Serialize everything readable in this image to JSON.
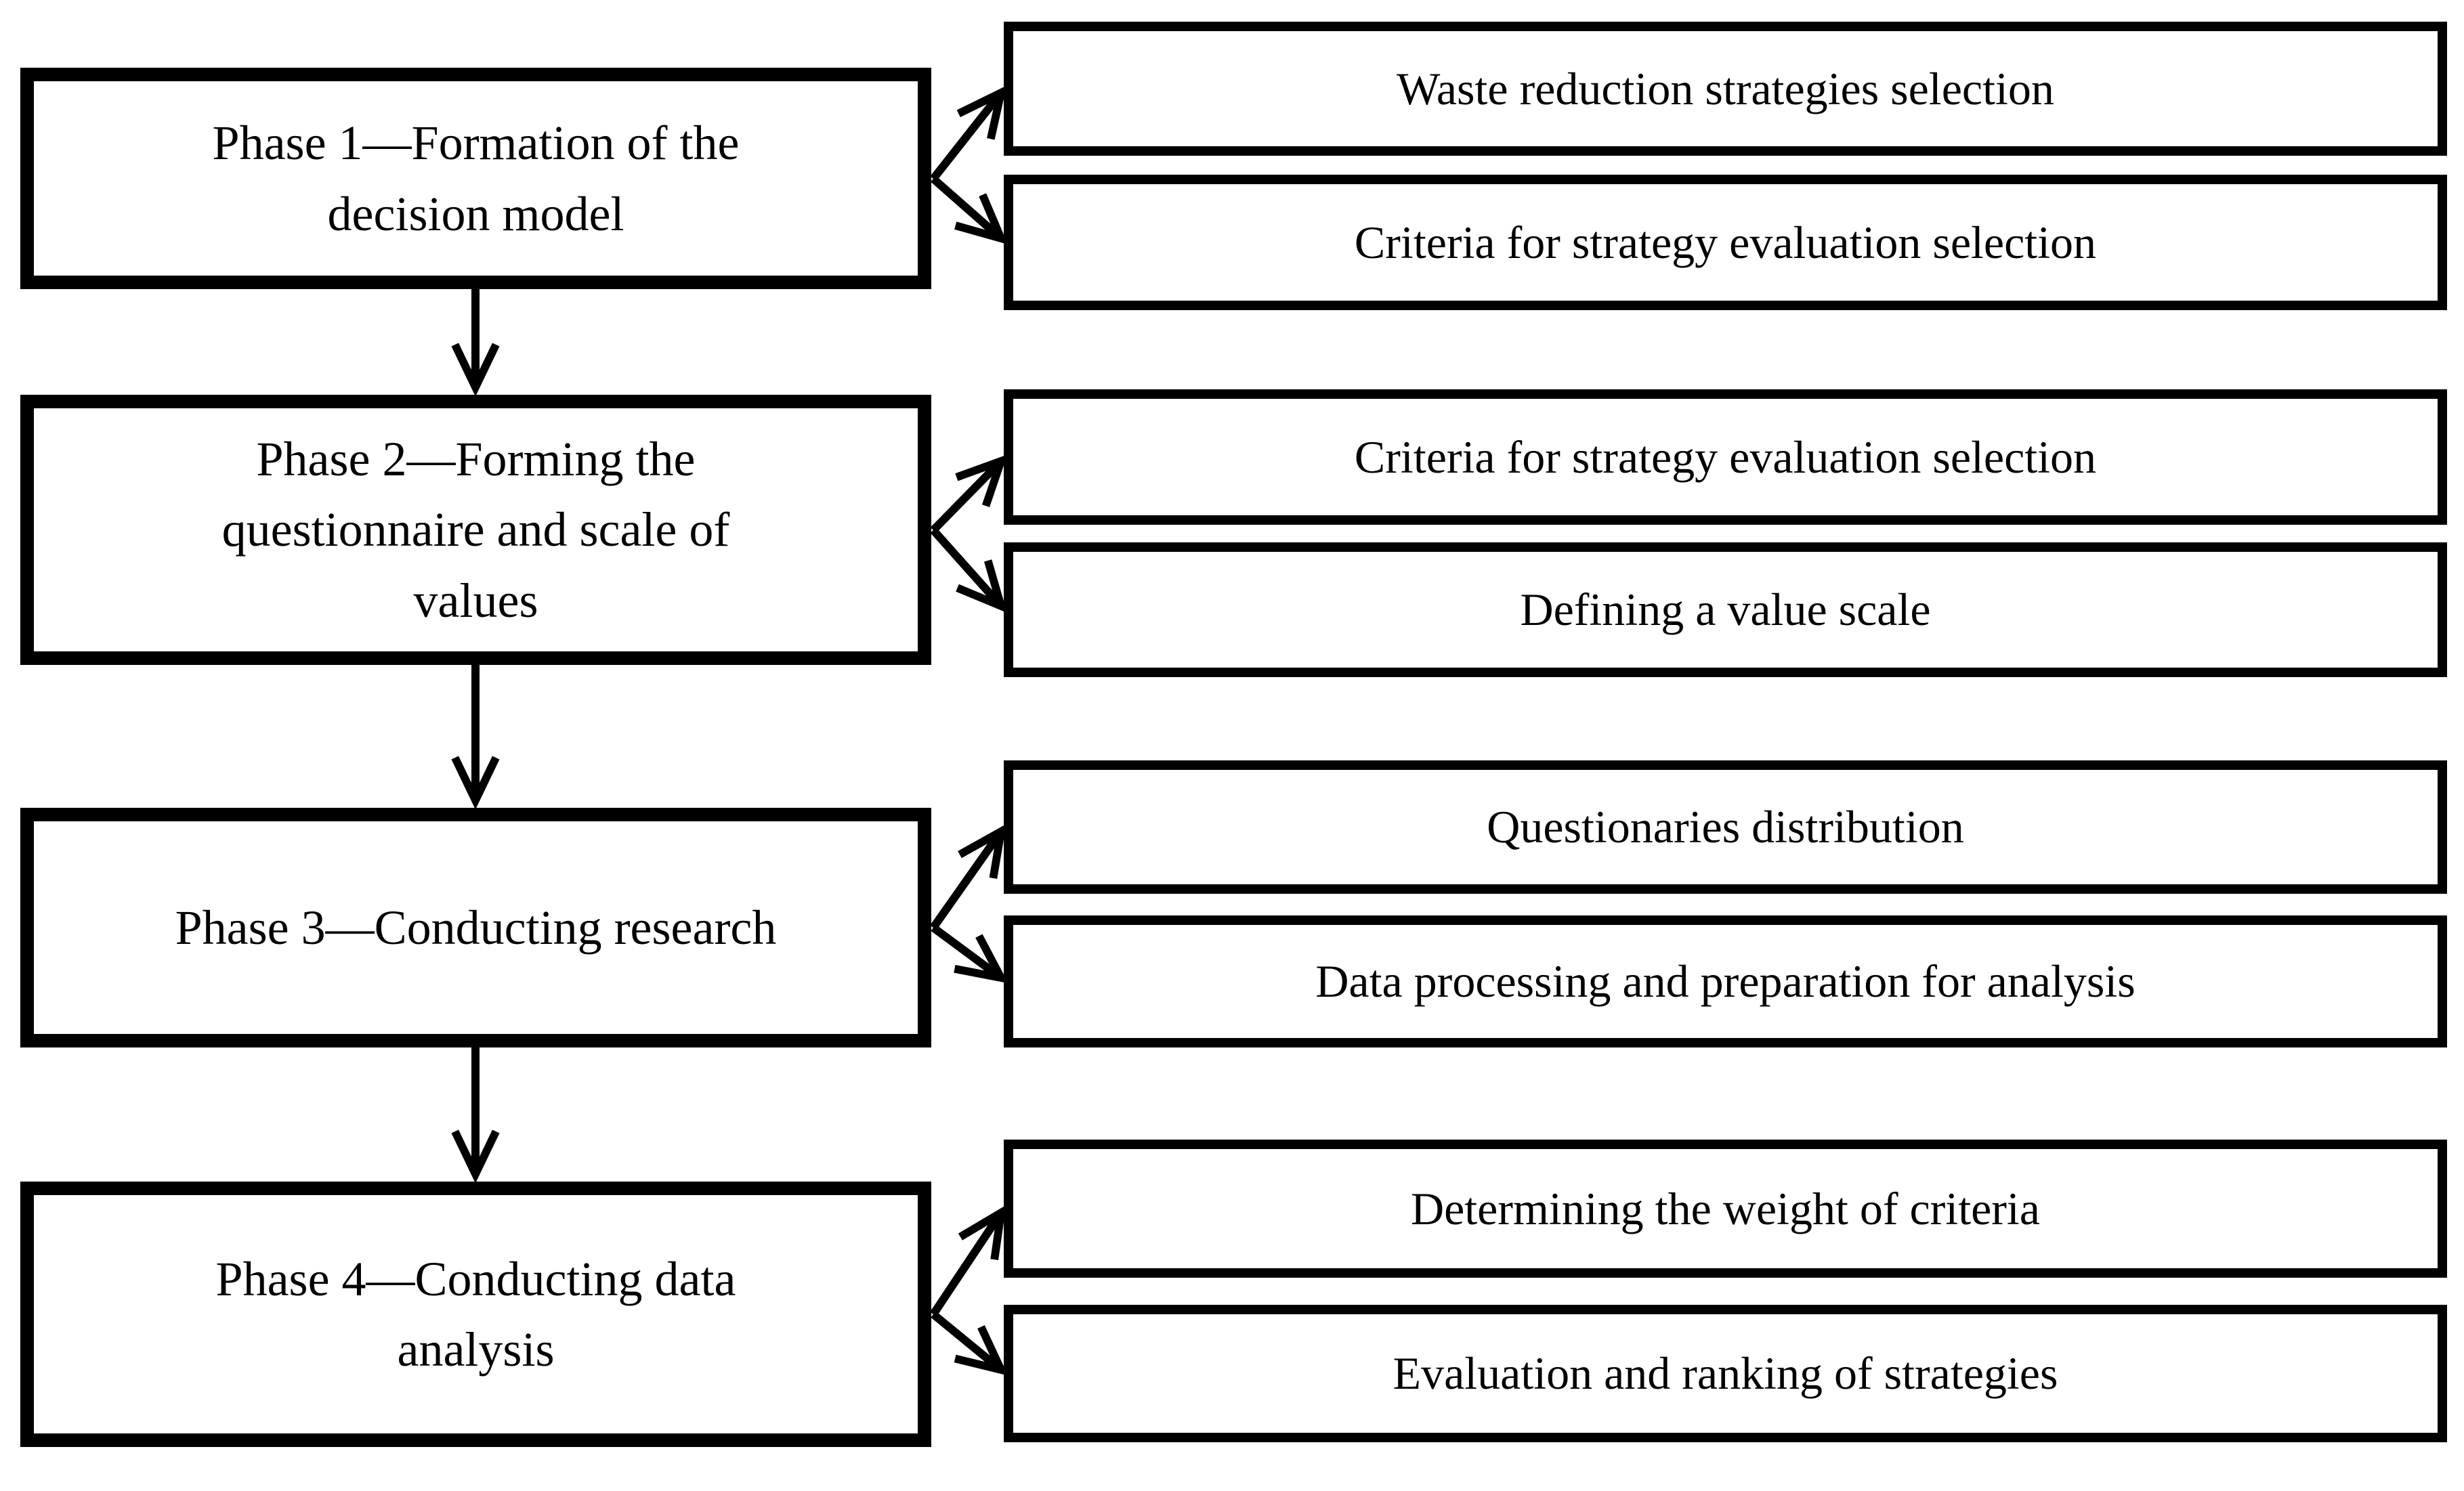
{
  "diagram": {
    "title": "Research methodology phases flowchart",
    "colors": {
      "line": "#000000",
      "background": "#ffffff",
      "box_fill": "#ffffff",
      "text": "#000000"
    },
    "phases": [
      {
        "lines": [
          "Phase 1—Formation of the",
          "decision model"
        ],
        "outputs": [
          "Waste reduction strategies selection",
          "Criteria for strategy evaluation selection"
        ]
      },
      {
        "lines": [
          "Phase 2—Forming the",
          "questionnaire and scale of",
          "values"
        ],
        "outputs": [
          "Criteria for strategy evaluation selection",
          "Defining a value scale"
        ]
      },
      {
        "lines": [
          "Phase 3—Conducting research"
        ],
        "outputs": [
          "Questionaries distribution",
          "Data processing and preparation for analysis"
        ]
      },
      {
        "lines": [
          "Phase 4—Conducting data",
          "analysis"
        ],
        "outputs": [
          "Determining the weight of criteria",
          "Evaluation and ranking of strategies"
        ]
      }
    ]
  }
}
